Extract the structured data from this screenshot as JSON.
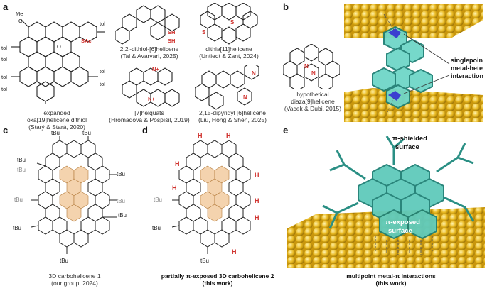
{
  "panels": {
    "a": {
      "letter": "a",
      "substituents": {
        "me": "Me",
        "o": "O",
        "sac": "SAc",
        "tol": "tol",
        "sh": "SH",
        "s": "S",
        "n": "N",
        "nplus": "N+"
      },
      "molecules": [
        {
          "name": "expanded",
          "line2": "oxa[19]helicene dithiol",
          "line3": "(Starý & Stará, 2020)"
        },
        {
          "name": "2,2'-dithiol-[6]helicene",
          "line2": "(Tal & Avarvari, 2025)"
        },
        {
          "name": "dithia[11]helicene",
          "line2": "(Untiedt & Zant, 2024)"
        },
        {
          "name": "[7]helquats",
          "line2": "(Hromadová & Pospíšil, 2019)"
        },
        {
          "name": "2,15-dipyridyl [6]helicene",
          "line2": "(Liu, Hong & Shen, 2025)"
        }
      ]
    },
    "b": {
      "letter": "b",
      "molecule": {
        "line1": "hypothetical",
        "line2": "diaza[9]helicene",
        "line3": "(Vacek & Dubi, 2015)"
      },
      "annotation": {
        "line1": "singlepoint",
        "line2": "metal-heteroatom",
        "line3": "interaction"
      }
    },
    "c": {
      "letter": "c",
      "tbu": "tBu",
      "caption": {
        "line1": "3D carbohelicene 1",
        "line2": "(our group, 2024)"
      }
    },
    "d": {
      "letter": "d",
      "h": "H",
      "tbu": "tBu",
      "caption": {
        "line1": "partially π-exposed 3D carbohelicene 2",
        "line2": "(this work)"
      }
    },
    "e": {
      "letter": "e",
      "label_top": {
        "line1": "π-shielded",
        "line2": "surface"
      },
      "label_bottom": {
        "line1": "π-exposed",
        "line2": "surface"
      },
      "caption": {
        "line1": "multipoint metal-π interactions",
        "line2": "(this work)"
      }
    }
  },
  "colors": {
    "gold": "#e8b820",
    "teal": "#3bbfb0",
    "orange": "#f1c28f",
    "red": "#d0312d",
    "blue": "#3b3fd0"
  }
}
